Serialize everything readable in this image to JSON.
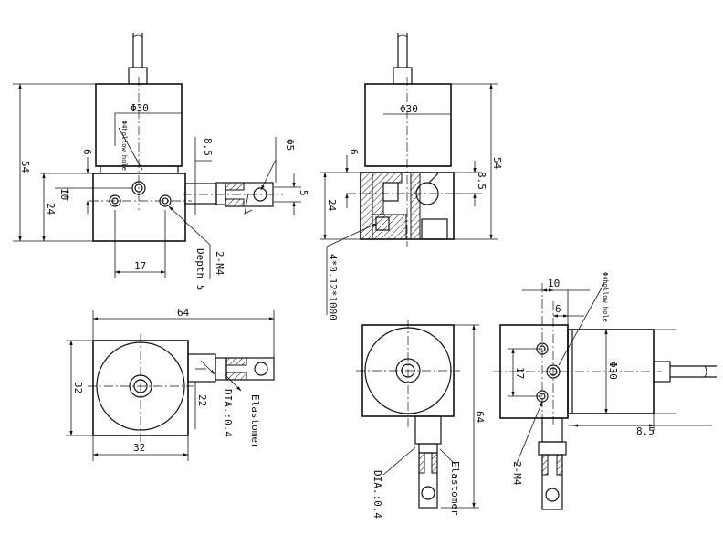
{
  "labels": {
    "phi30": "Φ30",
    "phi5": "Φ5",
    "dim54": "54",
    "dim24": "24",
    "dim10": "10",
    "dim6": "6",
    "dim8_5": "8.5",
    "dim5": "5",
    "dim17": "17",
    "dim64": "64",
    "dim32": "32",
    "dim22": "22",
    "hollow": "Φ4hollow hole",
    "m4": "2-M4",
    "depth": "Depth 5",
    "cable": "4*0.12*1000",
    "dia": "DIA.:0.4",
    "elastomer": "Elastomer"
  }
}
